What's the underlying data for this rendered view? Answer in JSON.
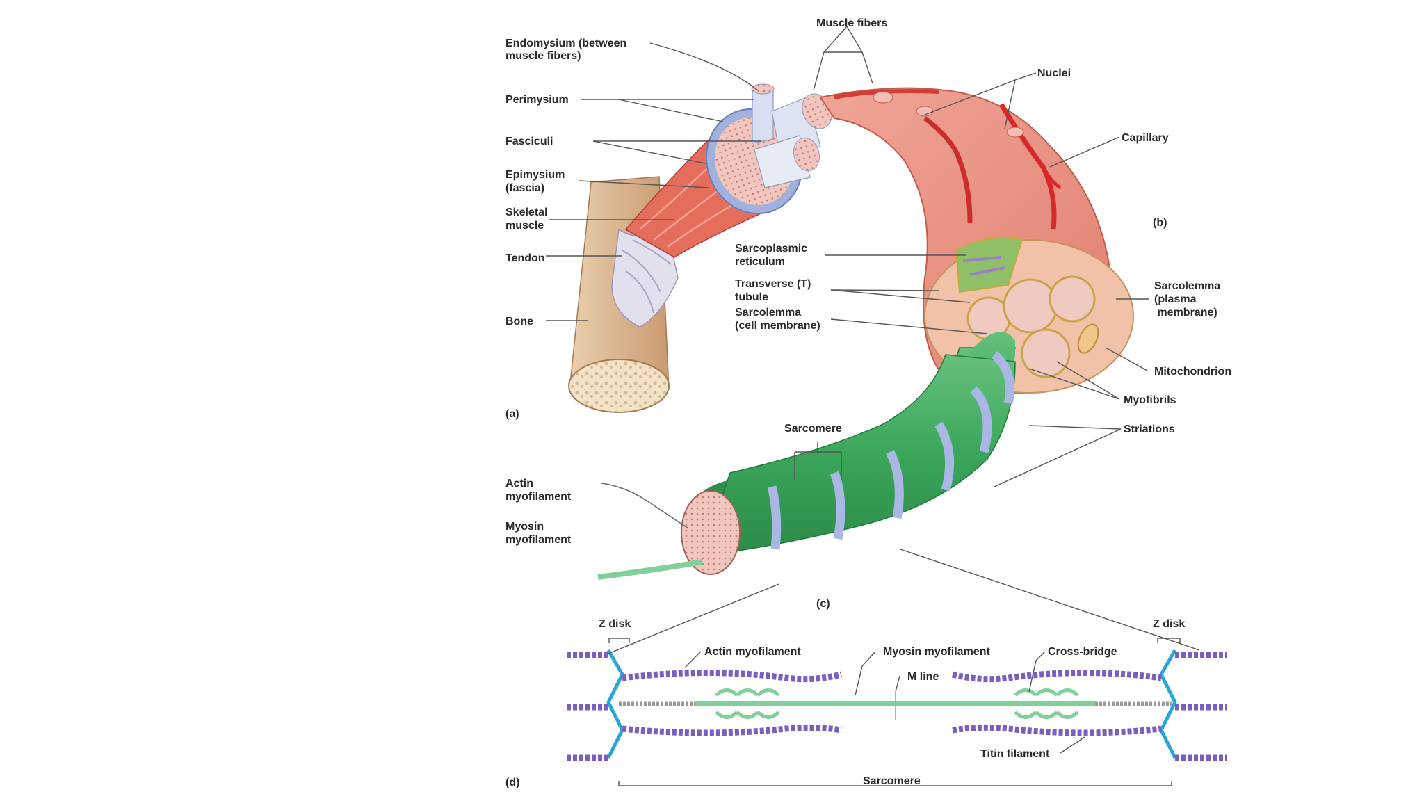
{
  "labels": {
    "muscle_fibers": "Muscle fibers",
    "endomysium": [
      "Endomysium (between",
      "muscle fibers)"
    ],
    "nuclei": "Nuclei",
    "perimysium": "Perimysium",
    "capillary": "Capillary",
    "fasciculi": "Fasciculi",
    "epimysium": [
      "Epimysium",
      "(fascia)"
    ],
    "skeletal_muscle": [
      "Skeletal",
      "muscle"
    ],
    "panel_b": "(b)",
    "sarcoplasmic_reticulum": [
      "Sarcoplasmic",
      "reticulum"
    ],
    "tendon": "Tendon",
    "transverse_tubule": [
      "Transverse (T)",
      "tubule"
    ],
    "sarcolemma_plasma": [
      "Sarcolemma",
      "(plasma",
      " membrane)"
    ],
    "sarcolemma_cell": [
      "Sarcolemma",
      "(cell membrane)"
    ],
    "bone": "Bone",
    "mitochondrion": "Mitochondrion",
    "myofibrils": "Myofibrils",
    "panel_a": "(a)",
    "sarcomere_top": "Sarcomere",
    "striations": "Striations",
    "actin_myofilament_c": [
      "Actin",
      "myofilament"
    ],
    "myosin_myofilament_c": [
      "Myosin",
      "myofilament"
    ],
    "panel_c": "(c)",
    "z_disk_left": "Z disk",
    "z_disk_right": "Z disk",
    "actin_myofilament_d": "Actin myofilament",
    "myosin_myofilament_d": "Myosin myofilament",
    "cross_bridge": "Cross-bridge",
    "m_line": "M line",
    "titin_filament": "Titin filament",
    "panel_d": "(d)",
    "sarcomere_bottom": "Sarcomere"
  },
  "colors": {
    "muscle": "#e9897a",
    "muscle_dark": "#c9443a",
    "fascia_blue": "#9fb1dc",
    "capillary": "#d42a2a",
    "tendon": "#d7d4e6",
    "bone": "#e6c49e",
    "myofibril_green": "#3aa65a",
    "stripe_blue": "#aab6e4",
    "actin_purple": "#7a5fc0",
    "myosin_green": "#7fd09a",
    "z_disk": "#29a6d8"
  }
}
